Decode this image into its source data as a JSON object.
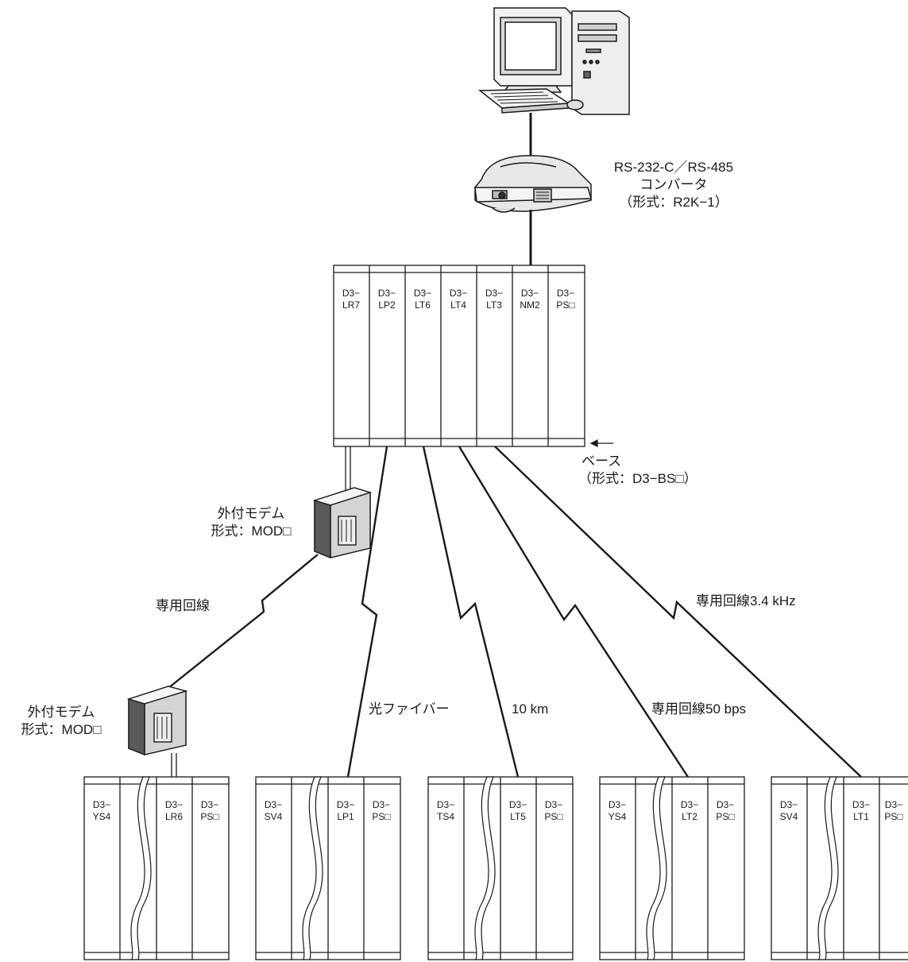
{
  "converter": {
    "line1": "RS-232-C／RS-485",
    "line2": "コンバータ",
    "line3": "（形式：R2K−1）"
  },
  "main_rack": {
    "modules": [
      {
        "line1": "D3−",
        "line2": "LR7"
      },
      {
        "line1": "D3−",
        "line2": "LP2"
      },
      {
        "line1": "D3−",
        "line2": "LT6"
      },
      {
        "line1": "D3−",
        "line2": "LT4"
      },
      {
        "line1": "D3−",
        "line2": "LT3"
      },
      {
        "line1": "D3−",
        "line2": "NM2"
      },
      {
        "line1": "D3−",
        "line2": "PS□"
      }
    ]
  },
  "base": {
    "line1": "ベース",
    "line2": "（形式：D3−BS□）"
  },
  "modem_top": {
    "line1": "外付モデム",
    "line2": "形式：MOD□"
  },
  "modem_bottom": {
    "line1": "外付モデム",
    "line2": "形式：MOD□"
  },
  "links": {
    "leased_line": "専用回線",
    "optical_fiber": "光ファイバー",
    "distance": "10 km",
    "leased_50": "専用回線50 bps",
    "leased_34": "専用回線3.4 kHz"
  },
  "remote_racks": [
    {
      "modules": [
        {
          "line1": "D3−",
          "line2": "YS4"
        },
        {
          "line1": "",
          "line2": ""
        },
        {
          "line1": "D3−",
          "line2": "LR6"
        },
        {
          "line1": "D3−",
          "line2": "PS□"
        }
      ]
    },
    {
      "modules": [
        {
          "line1": "D3−",
          "line2": "SV4"
        },
        {
          "line1": "",
          "line2": ""
        },
        {
          "line1": "D3−",
          "line2": "LP1"
        },
        {
          "line1": "D3−",
          "line2": "PS□"
        }
      ]
    },
    {
      "modules": [
        {
          "line1": "D3−",
          "line2": "TS4"
        },
        {
          "line1": "",
          "line2": ""
        },
        {
          "line1": "D3−",
          "line2": "LT5"
        },
        {
          "line1": "D3−",
          "line2": "PS□"
        }
      ]
    },
    {
      "modules": [
        {
          "line1": "D3−",
          "line2": "YS4"
        },
        {
          "line1": "",
          "line2": ""
        },
        {
          "line1": "D3−",
          "line2": "LT2"
        },
        {
          "line1": "D3−",
          "line2": "PS□"
        }
      ]
    },
    {
      "modules": [
        {
          "line1": "D3−",
          "line2": "SV4"
        },
        {
          "line1": "",
          "line2": ""
        },
        {
          "line1": "D3−",
          "line2": "LT1"
        },
        {
          "line1": "D3−",
          "line2": "PS□"
        }
      ]
    }
  ]
}
